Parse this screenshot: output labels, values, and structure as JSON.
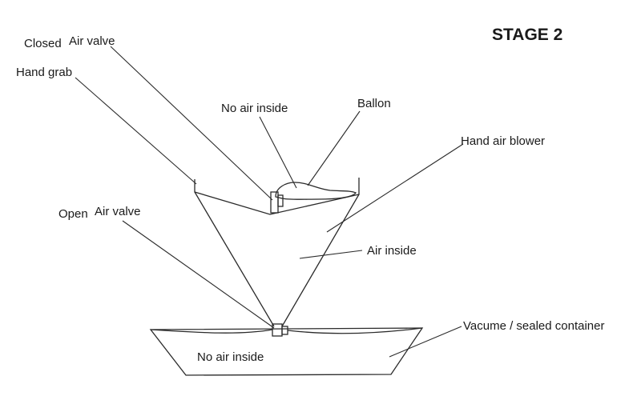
{
  "stage_title": "STAGE 2",
  "labels": {
    "closed_air_valve_a": "Closed",
    "closed_air_valve_b": "Air valve",
    "hand_grab": "Hand grab",
    "no_air_inside_balloon": "No air inside",
    "ballon": "Ballon",
    "hand_air_blower": "Hand air blower",
    "open_air_valve_a": "Open",
    "open_air_valve_b": "Air valve",
    "air_inside": "Air inside",
    "vacuum_container": "Vacume / sealed container",
    "no_air_inside_container": "No air inside"
  }
}
